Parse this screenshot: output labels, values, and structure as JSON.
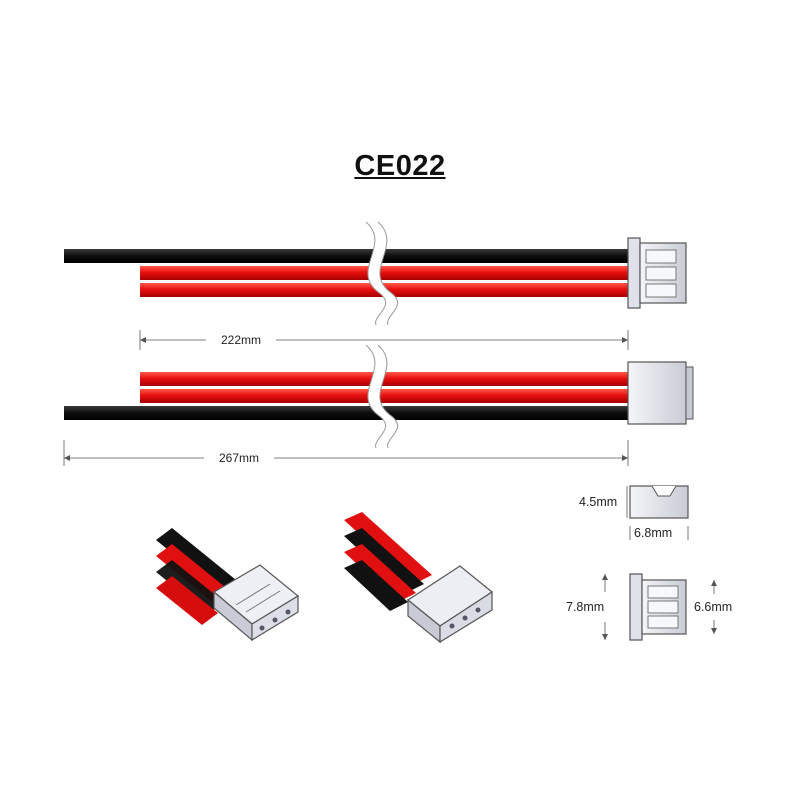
{
  "title": "CE022",
  "dimensions": {
    "red_wire_length": "222mm",
    "black_wire_length": "267mm",
    "connector_height": "4.5mm",
    "connector_depth": "6.8mm",
    "connector_width_outer": "7.8mm",
    "connector_width_inner": "6.6mm"
  },
  "colors": {
    "black_wire": "#111111",
    "red_wire": "#e01010",
    "connector_body": "#e6e8ee",
    "connector_shade": "#b9bdc9",
    "dimension_line": "#555555",
    "background": "#ffffff"
  }
}
